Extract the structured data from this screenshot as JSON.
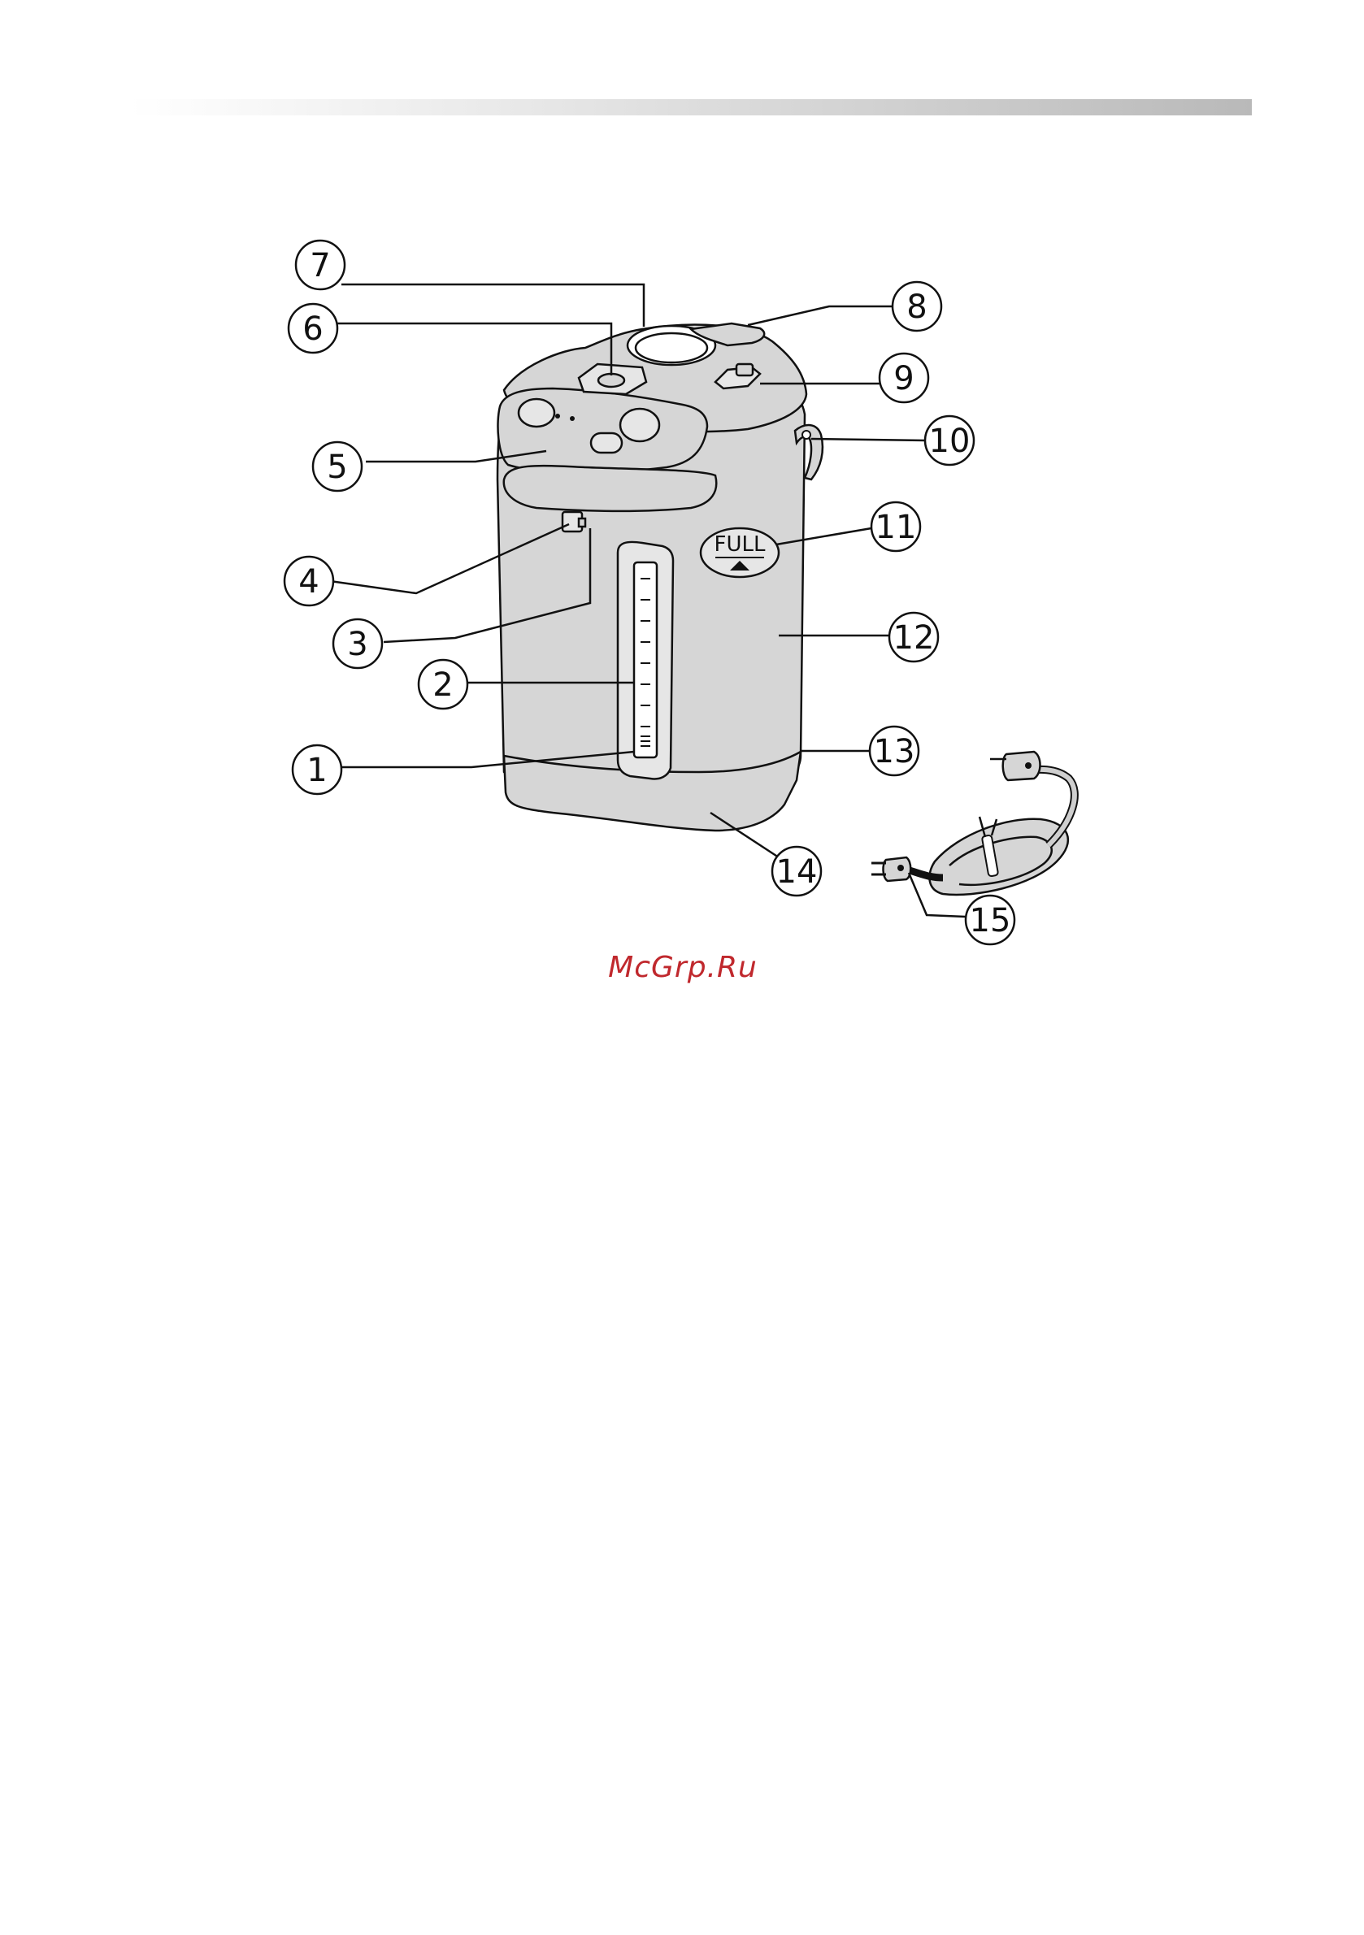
{
  "callouts": [
    {
      "id": "1",
      "label": "1"
    },
    {
      "id": "2",
      "label": "2"
    },
    {
      "id": "3",
      "label": "3"
    },
    {
      "id": "4",
      "label": "4"
    },
    {
      "id": "5",
      "label": "5"
    },
    {
      "id": "6",
      "label": "6"
    },
    {
      "id": "7",
      "label": "7"
    },
    {
      "id": "8",
      "label": "8"
    },
    {
      "id": "9",
      "label": "9"
    },
    {
      "id": "10",
      "label": "10"
    },
    {
      "id": "11",
      "label": "11"
    },
    {
      "id": "12",
      "label": "12"
    },
    {
      "id": "13",
      "label": "13"
    },
    {
      "id": "14",
      "label": "14"
    },
    {
      "id": "15",
      "label": "15"
    }
  ],
  "full_indicator": {
    "text": "FULL"
  },
  "watermark": "McGrp.Ru"
}
